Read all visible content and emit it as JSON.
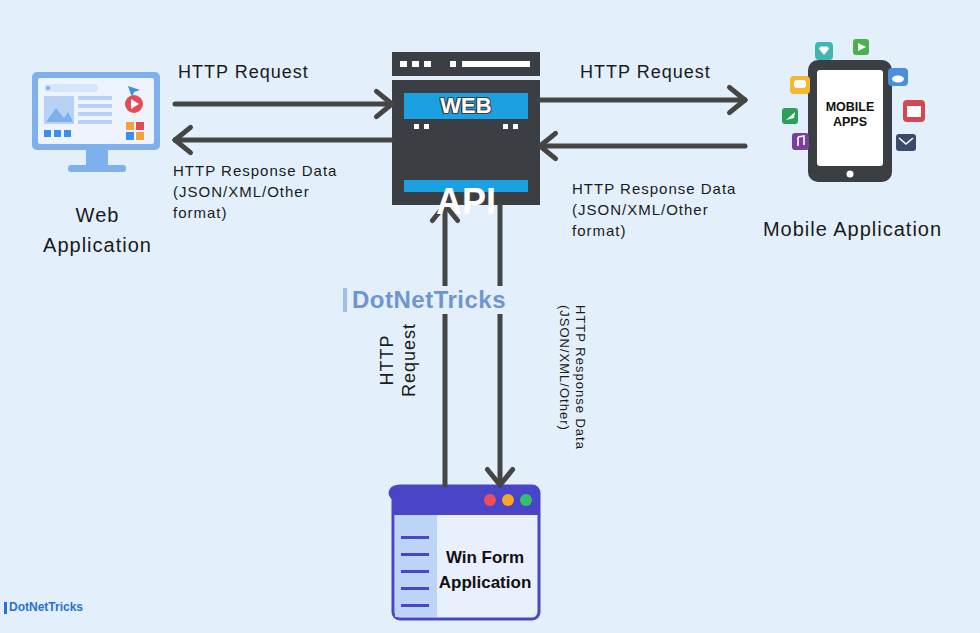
{
  "diagram": {
    "nodes": [
      {
        "text": [
          "Web Application"
        ]
      },
      {
        "text": [
          "WEB",
          "API"
        ]
      },
      {
        "text": [
          "MOBILE APPS",
          "Mobile Application"
        ]
      },
      {
        "text": [
          "Win Form Application"
        ]
      }
    ],
    "edges": [
      {
        "from": 0,
        "to": 1,
        "arrow": "to",
        "label": "HTTP Request"
      },
      {
        "from": 1,
        "to": 0,
        "arrow": "to",
        "label": "HTTP Response Data (JSON/XML/Other format)"
      },
      {
        "from": 1,
        "to": 2,
        "arrow": "to",
        "label": "HTTP Request"
      },
      {
        "from": 2,
        "to": 1,
        "arrow": "to",
        "label": "HTTP Response Data (JSON/XML/Other format)"
      },
      {
        "from": 3,
        "to": 1,
        "arrow": "to",
        "label": "HTTP Request"
      },
      {
        "from": 1,
        "to": 3,
        "arrow": "to",
        "label": "HTTP Response Data (JSON/XML/Other)"
      }
    ],
    "labels": [
      "DotNetTricks",
      "DotNetTricks"
    ]
  }
}
